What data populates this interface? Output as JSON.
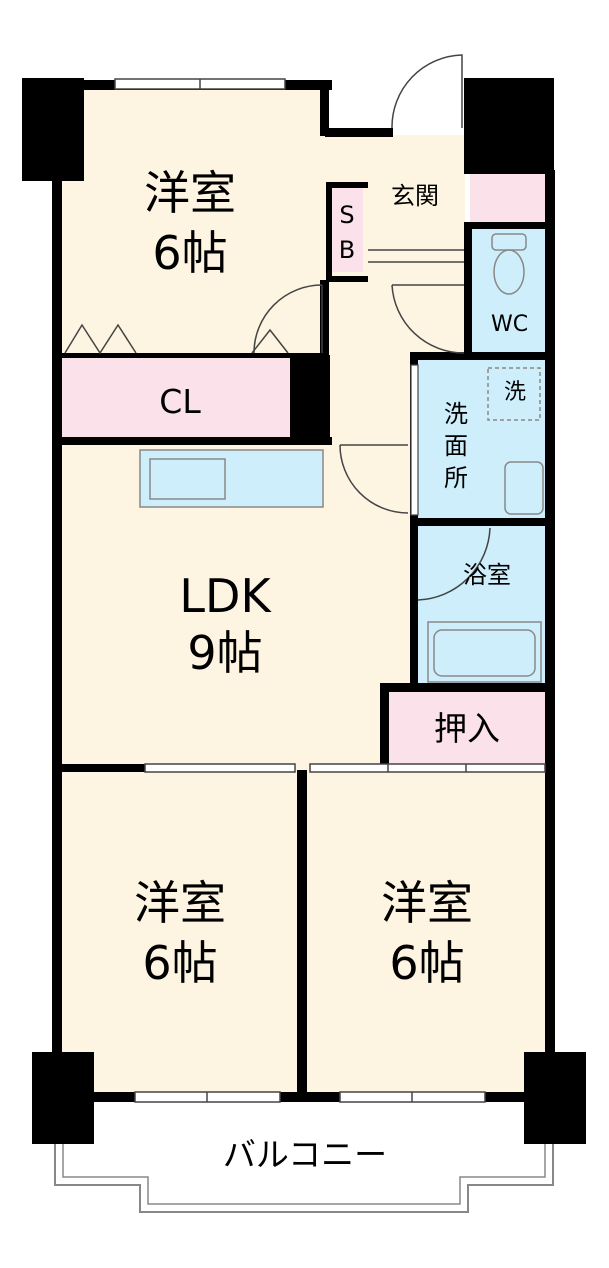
{
  "rooms": {
    "western_north": {
      "name": "洋室",
      "size": "6帖"
    },
    "closet": {
      "name": "CL"
    },
    "sb": {
      "line1": "S",
      "line2": "B"
    },
    "entrance": {
      "name": "玄関"
    },
    "wc": {
      "name": "WC"
    },
    "washroom": {
      "line1": "洗",
      "line2": "面",
      "line3": "所"
    },
    "washer": {
      "name": "洗"
    },
    "ldk": {
      "name": "LDK",
      "size": "9帖"
    },
    "bathroom": {
      "name": "浴室"
    },
    "oshiire": {
      "name": "押入"
    },
    "western_sw": {
      "name": "洋室",
      "size": "6帖"
    },
    "western_se": {
      "name": "洋室",
      "size": "6帖"
    },
    "balcony": {
      "name": "バルコニー"
    }
  },
  "colors": {
    "room_floor": "#fdf4e1",
    "storage": "#fbe1ea",
    "wet_area": "#cdeefa",
    "wall": "#000000",
    "balcony": "#ffffff"
  }
}
